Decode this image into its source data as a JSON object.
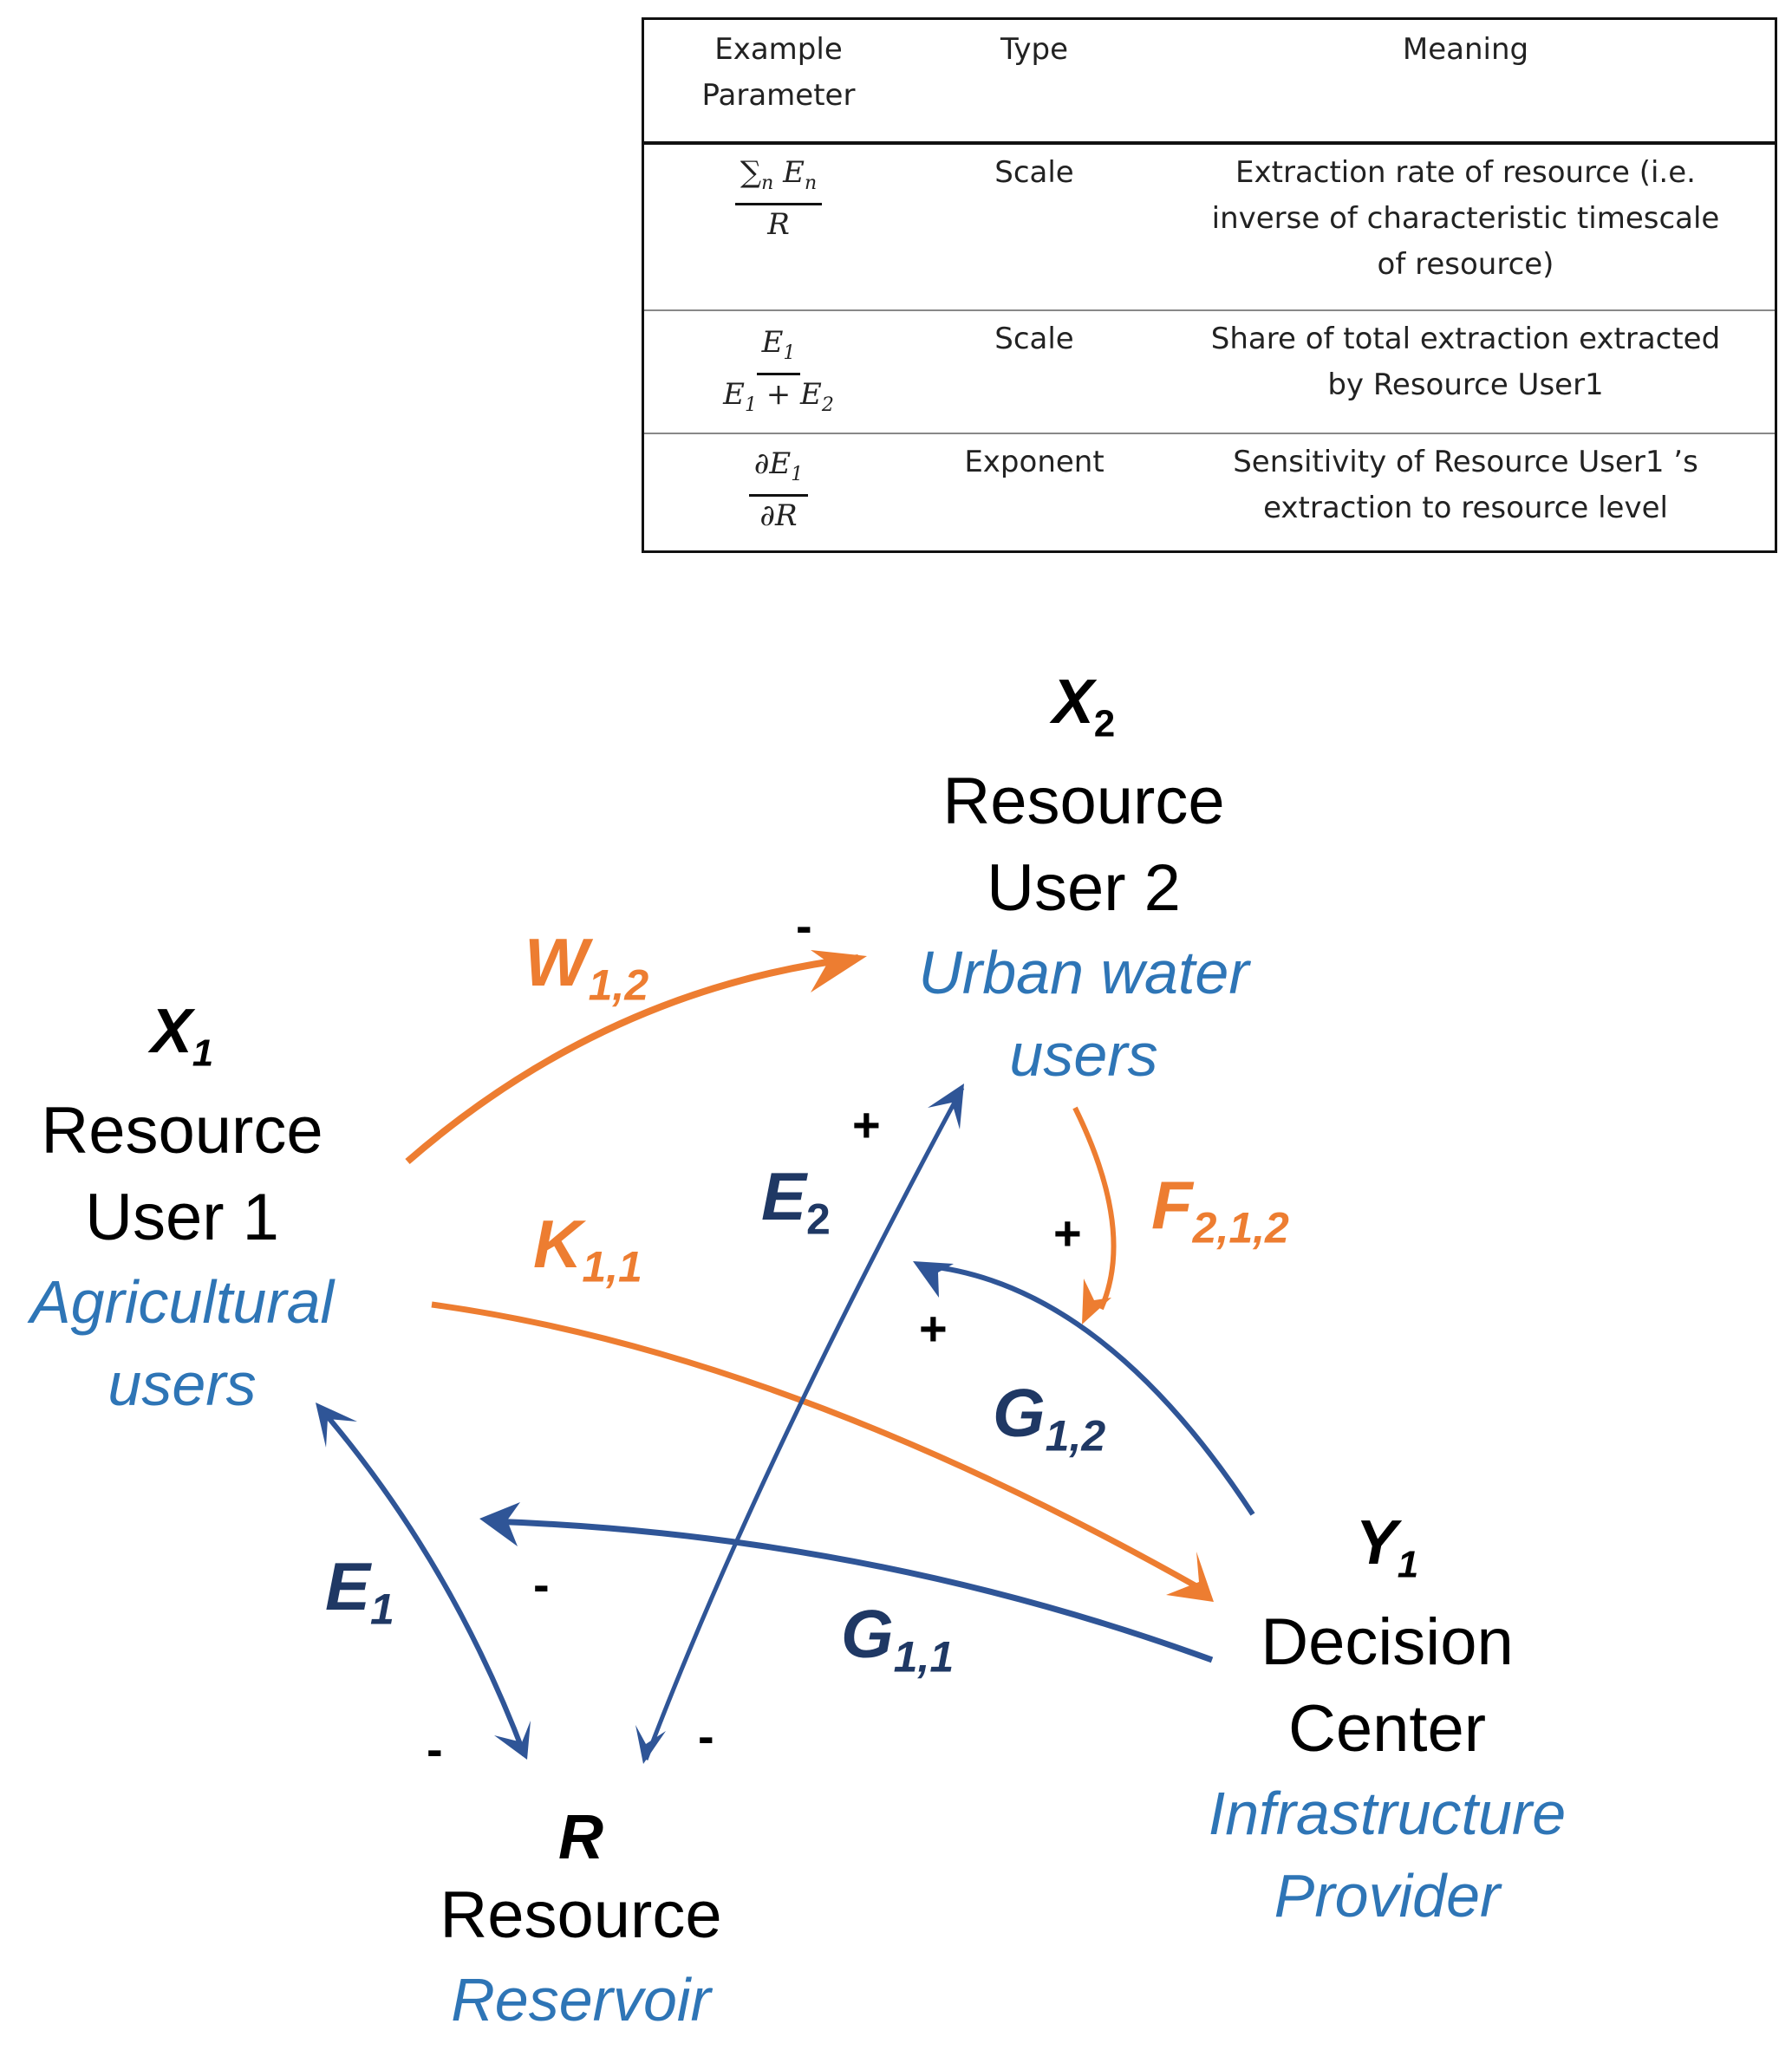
{
  "table": {
    "headers": [
      "Example Parameter",
      "Type",
      "Meaning"
    ],
    "header_lines": {
      "param": [
        "Example",
        "Parameter"
      ],
      "type": "Type",
      "meaning": "Meaning"
    },
    "rows": [
      {
        "param": {
          "numerator": "∑",
          "numerator_sub": "n",
          "numerator_var": "E",
          "numerator_var_sub": "n",
          "denominator": "R"
        },
        "type": "Scale",
        "meaning_lines": [
          "Extraction rate of resource (i.e.",
          "inverse of characteristic timescale",
          "of resource)"
        ]
      },
      {
        "param": {
          "numerator": "E",
          "numerator_sub": "1",
          "denominator": "E",
          "denominator_sub": "1",
          "denominator_op": " + ",
          "denominator2": "E",
          "denominator2_sub": "2"
        },
        "type": "Scale",
        "meaning_lines": [
          "Share of total extraction extracted",
          "by Resource User1"
        ]
      },
      {
        "param": {
          "numerator": "∂E",
          "numerator_sub": "1",
          "denominator": "∂R"
        },
        "type": "Exponent",
        "meaning_lines": [
          "Sensitivity of Resource User1 ’s",
          "extraction to resource level"
        ]
      }
    ]
  },
  "nodes": {
    "x1": {
      "symbol": "X",
      "sub": "1",
      "name_lines": [
        "Resource",
        "User 1"
      ],
      "desc_lines": [
        "Agricultural",
        "users"
      ]
    },
    "x2": {
      "symbol": "X",
      "sub": "2",
      "name_lines": [
        "Resource",
        "User 2"
      ],
      "desc_lines": [
        "Urban water",
        "users"
      ]
    },
    "y1": {
      "symbol": "Y",
      "sub": "1",
      "name_lines": [
        "Decision",
        "Center"
      ],
      "desc_lines": [
        "Infrastructure",
        "Provider"
      ]
    },
    "r": {
      "symbol": "R",
      "name_lines": [
        "Resource"
      ],
      "desc_lines": [
        "Reservoir"
      ]
    }
  },
  "edges": {
    "w12": {
      "symbol": "W",
      "sub": "1,2",
      "color": "#ed7d31",
      "from": "X1",
      "to": "X2",
      "sign": "-"
    },
    "k11": {
      "symbol": "K",
      "sub": "1,1",
      "color": "#ed7d31",
      "from": "X1",
      "to": "Y1"
    },
    "f212": {
      "symbol": "F",
      "sub": "2,1,2",
      "color": "#ed7d31",
      "from": "X2",
      "to": "G1,2",
      "sign": "+"
    },
    "e1": {
      "symbol": "E",
      "sub": "1",
      "color": "#2f5597",
      "between": [
        "X1",
        "R"
      ],
      "sign_r": "-",
      "sign_x": "-"
    },
    "e2": {
      "symbol": "E",
      "sub": "2",
      "color": "#2f5597",
      "between": [
        "X2",
        "R"
      ],
      "sign_x": "+",
      "sign_r": "-"
    },
    "g11": {
      "symbol": "G",
      "sub": "1,1",
      "color": "#2f5597",
      "from": "Y1",
      "to": "E1"
    },
    "g12": {
      "symbol": "G",
      "sub": "1,2",
      "color": "#2f5597",
      "from": "Y1",
      "to": "E2",
      "sign": "+"
    }
  },
  "colors": {
    "orange": "#ed7d31",
    "blue_arrow": "#2f5597",
    "label_navy": "#1f3864",
    "desc_blue": "#2e75b6"
  }
}
